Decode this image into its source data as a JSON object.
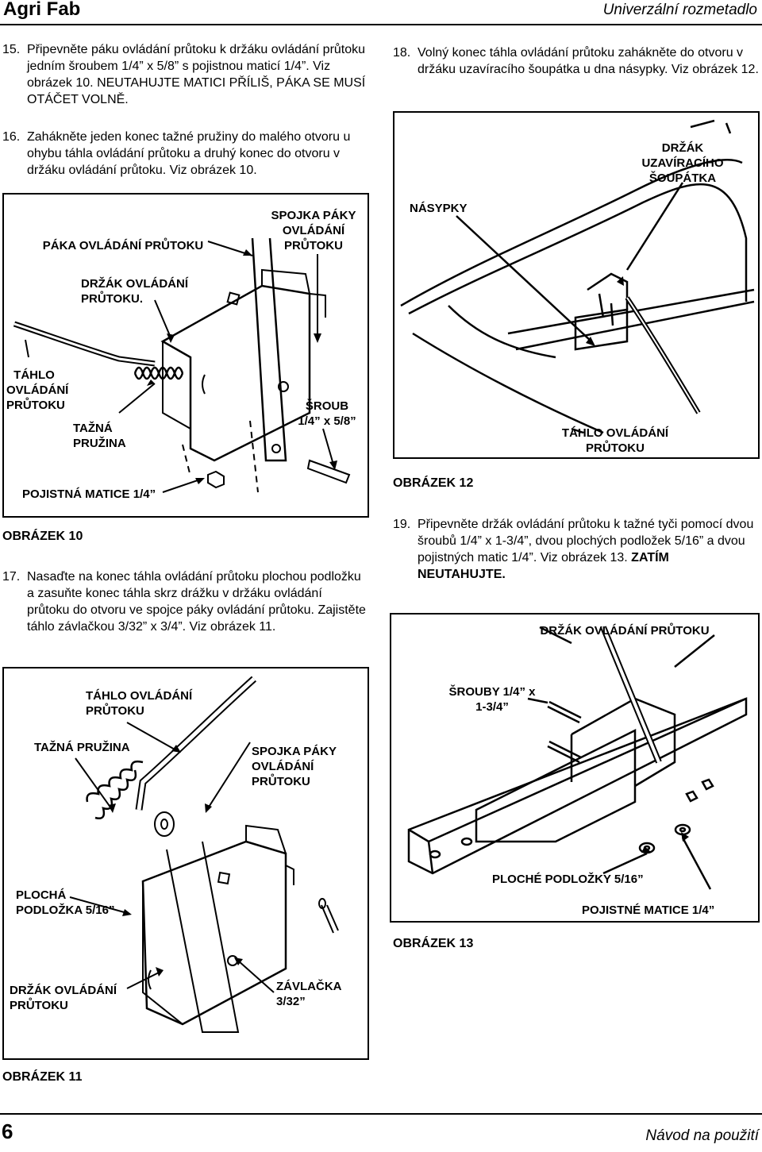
{
  "header": {
    "brand": "Agri Fab",
    "title": "Univerzální rozmetadlo"
  },
  "steps": {
    "s15": {
      "num": "15.",
      "text": "Připevněte páku ovládání průtoku k  držáku ovládání průtoku jedním šroubem 1/4” x 5/8” s pojistnou maticí 1/4”.  Viz obrázek 10.",
      "bold": "NEUTAHUJTE MATICI PŘÍLIŠ, PÁKA SE MUSÍ OTÁČET VOLNĚ."
    },
    "s16": {
      "num": "16.",
      "text": "Zahákněte jeden konec tažné pružiny do malého otvoru u ohybu táhla ovládání průtoku a druhý konec do otvoru v držáku ovládání průtoku. Viz obrázek 10."
    },
    "s17": {
      "num": "17.",
      "text": "Nasaďte na konec táhla ovládání průtoku plochou podložku a zasuňte konec táhla skrz drážku v držáku ovládání průtoku do otvoru ve spojce páky ovládání průtoku.  Zajistěte táhlo závlačkou 3/32” x 3/4”. Viz obrázek 11."
    },
    "s18": {
      "num": "18.",
      "text": "Volný konec táhla ovládání průtoku zahákněte do otvoru v držáku uzavíracího šoupátka u dna násypky. Viz obrázek 12."
    },
    "s19": {
      "num": "19.",
      "text": "Připevněte držák ovládání průtoku k tažné tyči pomocí dvou šroubů 1/4” x 1-3/4”, dvou plochých podložek 5/16” a dvou pojistných matic 1/4”. Viz obrázek 13.",
      "bold": "ZATÍM NEUTAHUJTE."
    }
  },
  "fig10": {
    "caption": "OBRÁZEK 10",
    "labels": {
      "paka": "PÁKA OVLÁDÁNÍ PRŮTOKU",
      "spojka": "SPOJKA PÁKY OVLÁDÁNÍ PRŮTOKU",
      "drzak": "DRŽÁK OVLÁDÁNÍ PRŮTOKU.",
      "tahlo": "TÁHLO OVLÁDÁNÍ PRŮTOKU",
      "pruzina": "TAŽNÁ PRUŽINA",
      "sroub": "ŠROUB 1/4” x 5/8”",
      "matice": "POJISTNÁ MATICE 1/4”"
    }
  },
  "fig11": {
    "caption": "OBRÁZEK 11",
    "labels": {
      "tahlo": "TÁHLO OVLÁDÁNÍ PRŮTOKU",
      "pruzina": "TAŽNÁ PRUŽINA",
      "spojka": "SPOJKA PÁKY OVLÁDÁNÍ PRŮTOKU",
      "podlozka": "PLOCHÁ PODLOŽKA 5/16”",
      "drzak": "DRŽÁK OVLÁDÁNÍ PRŮTOKU",
      "zavlacka": "ZÁVLAČKA 3/32”"
    }
  },
  "fig12": {
    "caption": "OBRÁZEK 12",
    "labels": {
      "drzak": "DRŽÁK UZAVÍRACÍHO ŠOUPÁTKA",
      "nasypky": "NÁSYPKY",
      "tahlo": "TÁHLO OVLÁDÁNÍ PRŮTOKU"
    }
  },
  "fig13": {
    "caption": "OBRÁZEK 13",
    "labels": {
      "drzak": "DRŽÁK OVLÁDÁNÍ PRŮTOKU",
      "srouby": "ŠROUBY 1/4” x 1-3/4”",
      "podlozky": "PLOCHÉ PODLOŽKY 5/16”",
      "matice": "POJISTNÉ MATICE 1/4”"
    }
  },
  "footer": {
    "page": "6",
    "text": "Návod na použití"
  }
}
